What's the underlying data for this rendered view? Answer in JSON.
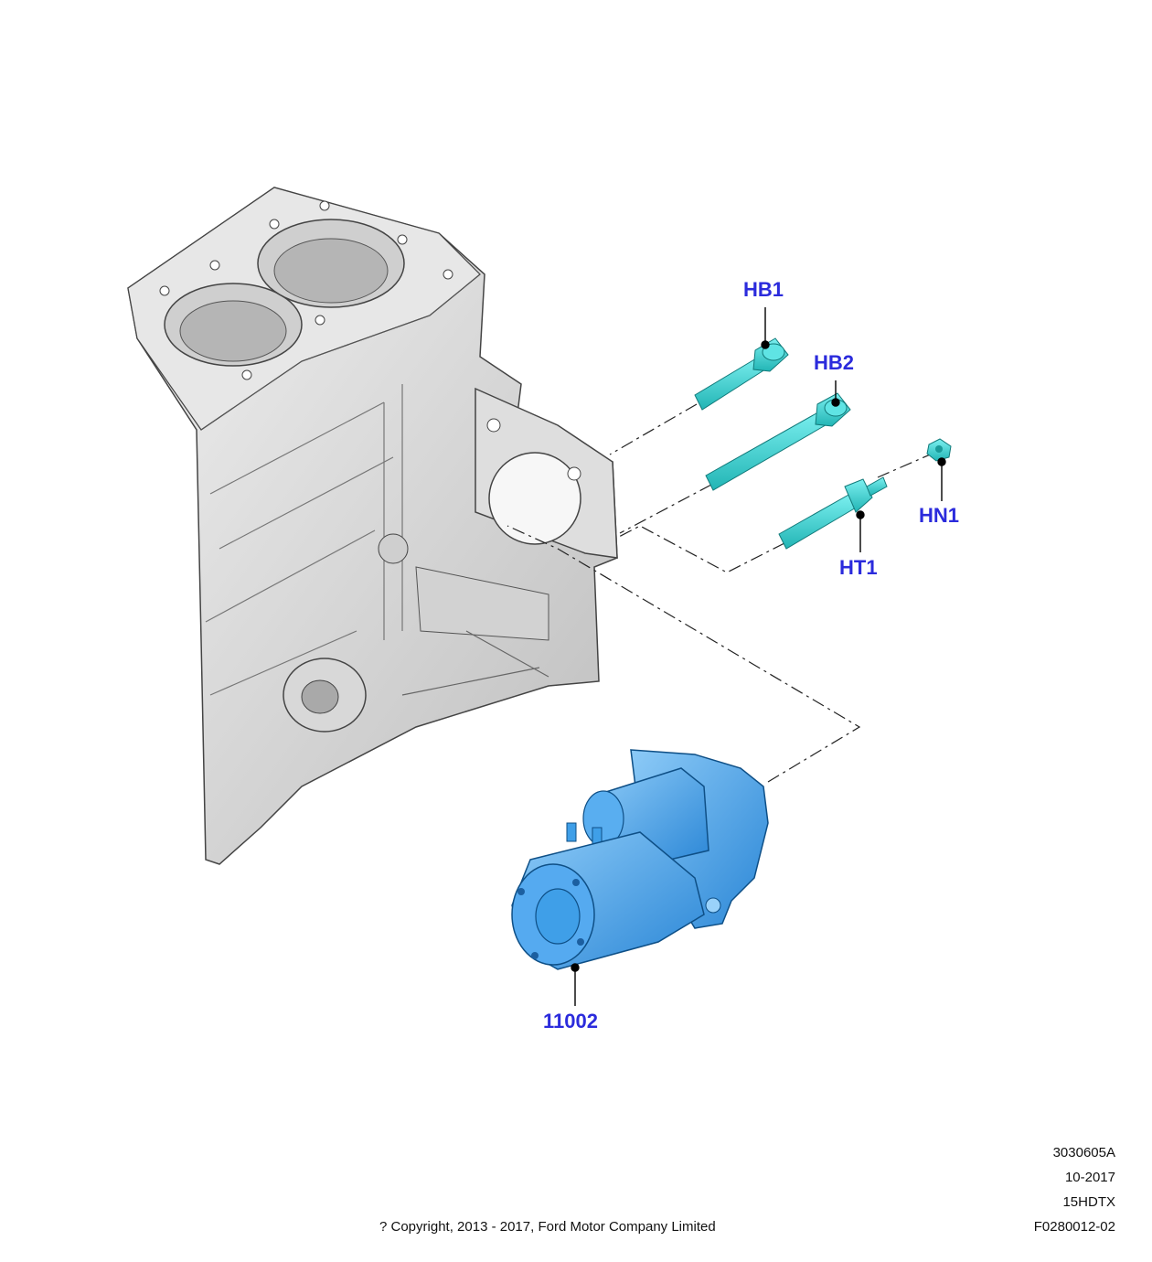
{
  "callouts": {
    "hb1": "HB1",
    "hb2": "HB2",
    "hn1": "HN1",
    "ht1": "HT1",
    "starter": "11002"
  },
  "footer": {
    "illustration_id": "3030605A",
    "date": "10-2017",
    "model_code": "15HDTX",
    "figure_code": "F0280012-02",
    "copyright": "? Copyright, 2013 - 2017, Ford Motor Company Limited"
  },
  "colors": {
    "callout_text": "#2b2bdc",
    "fastener": "#3fd7d7",
    "starter": "#3f9fe8",
    "engine_block": "#d9d9d9"
  }
}
